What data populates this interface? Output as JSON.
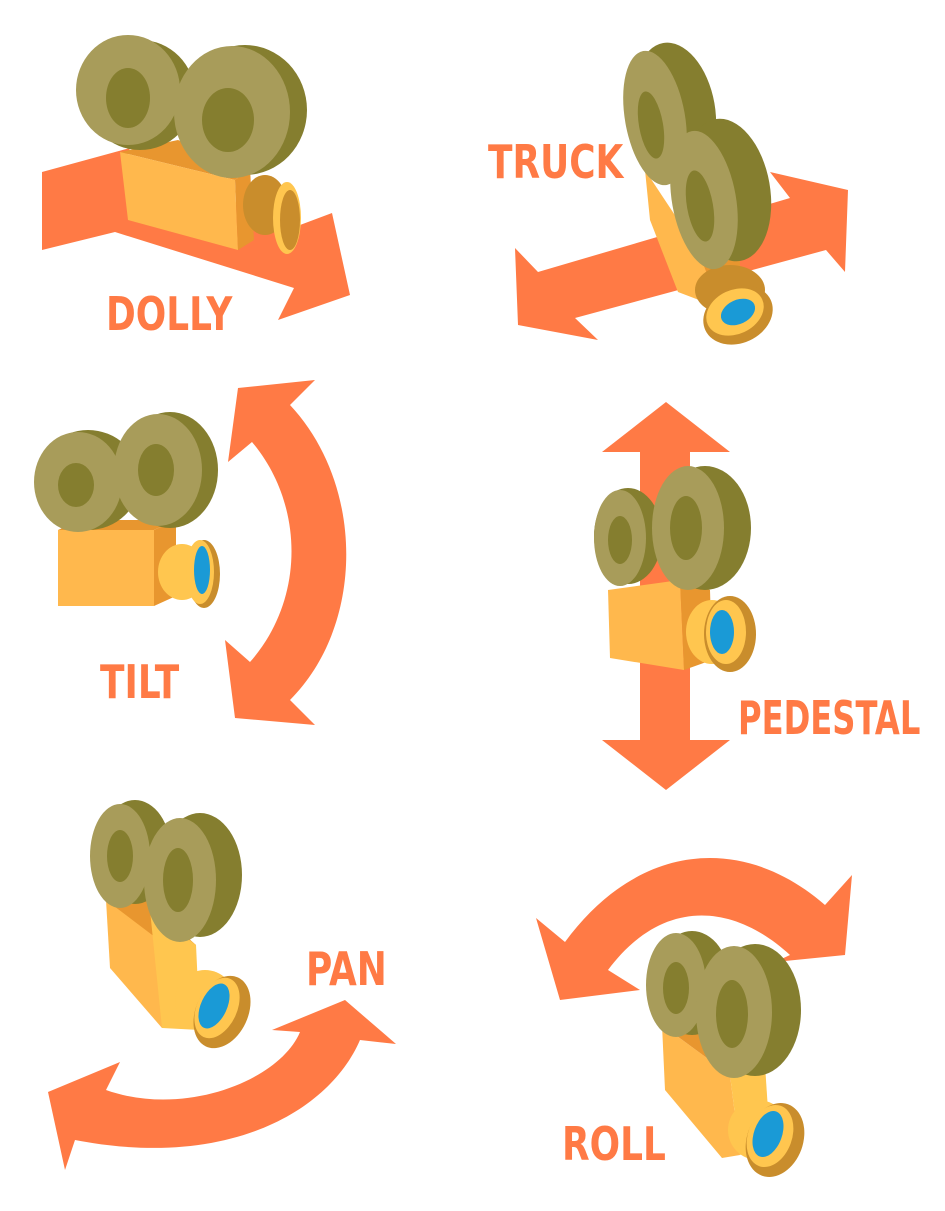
{
  "labels": {
    "dolly": "DOLLY",
    "truck": "TRUCK",
    "tilt": "TILT",
    "pedestal": "PEDESTAL",
    "pan": "PAN",
    "roll": "ROLL"
  },
  "colors": {
    "arrow": "#ff7a45",
    "label": "#ff7a45",
    "body": "#ffb84d",
    "body_shade": "#e8962f",
    "reel_outer": "#a89c5a",
    "reel_side": "#857e2f",
    "reel_hub": "#857e2f",
    "lens": "#ffc64f",
    "lens_rim": "#c98d2c",
    "glass": "#1a9ad6"
  }
}
